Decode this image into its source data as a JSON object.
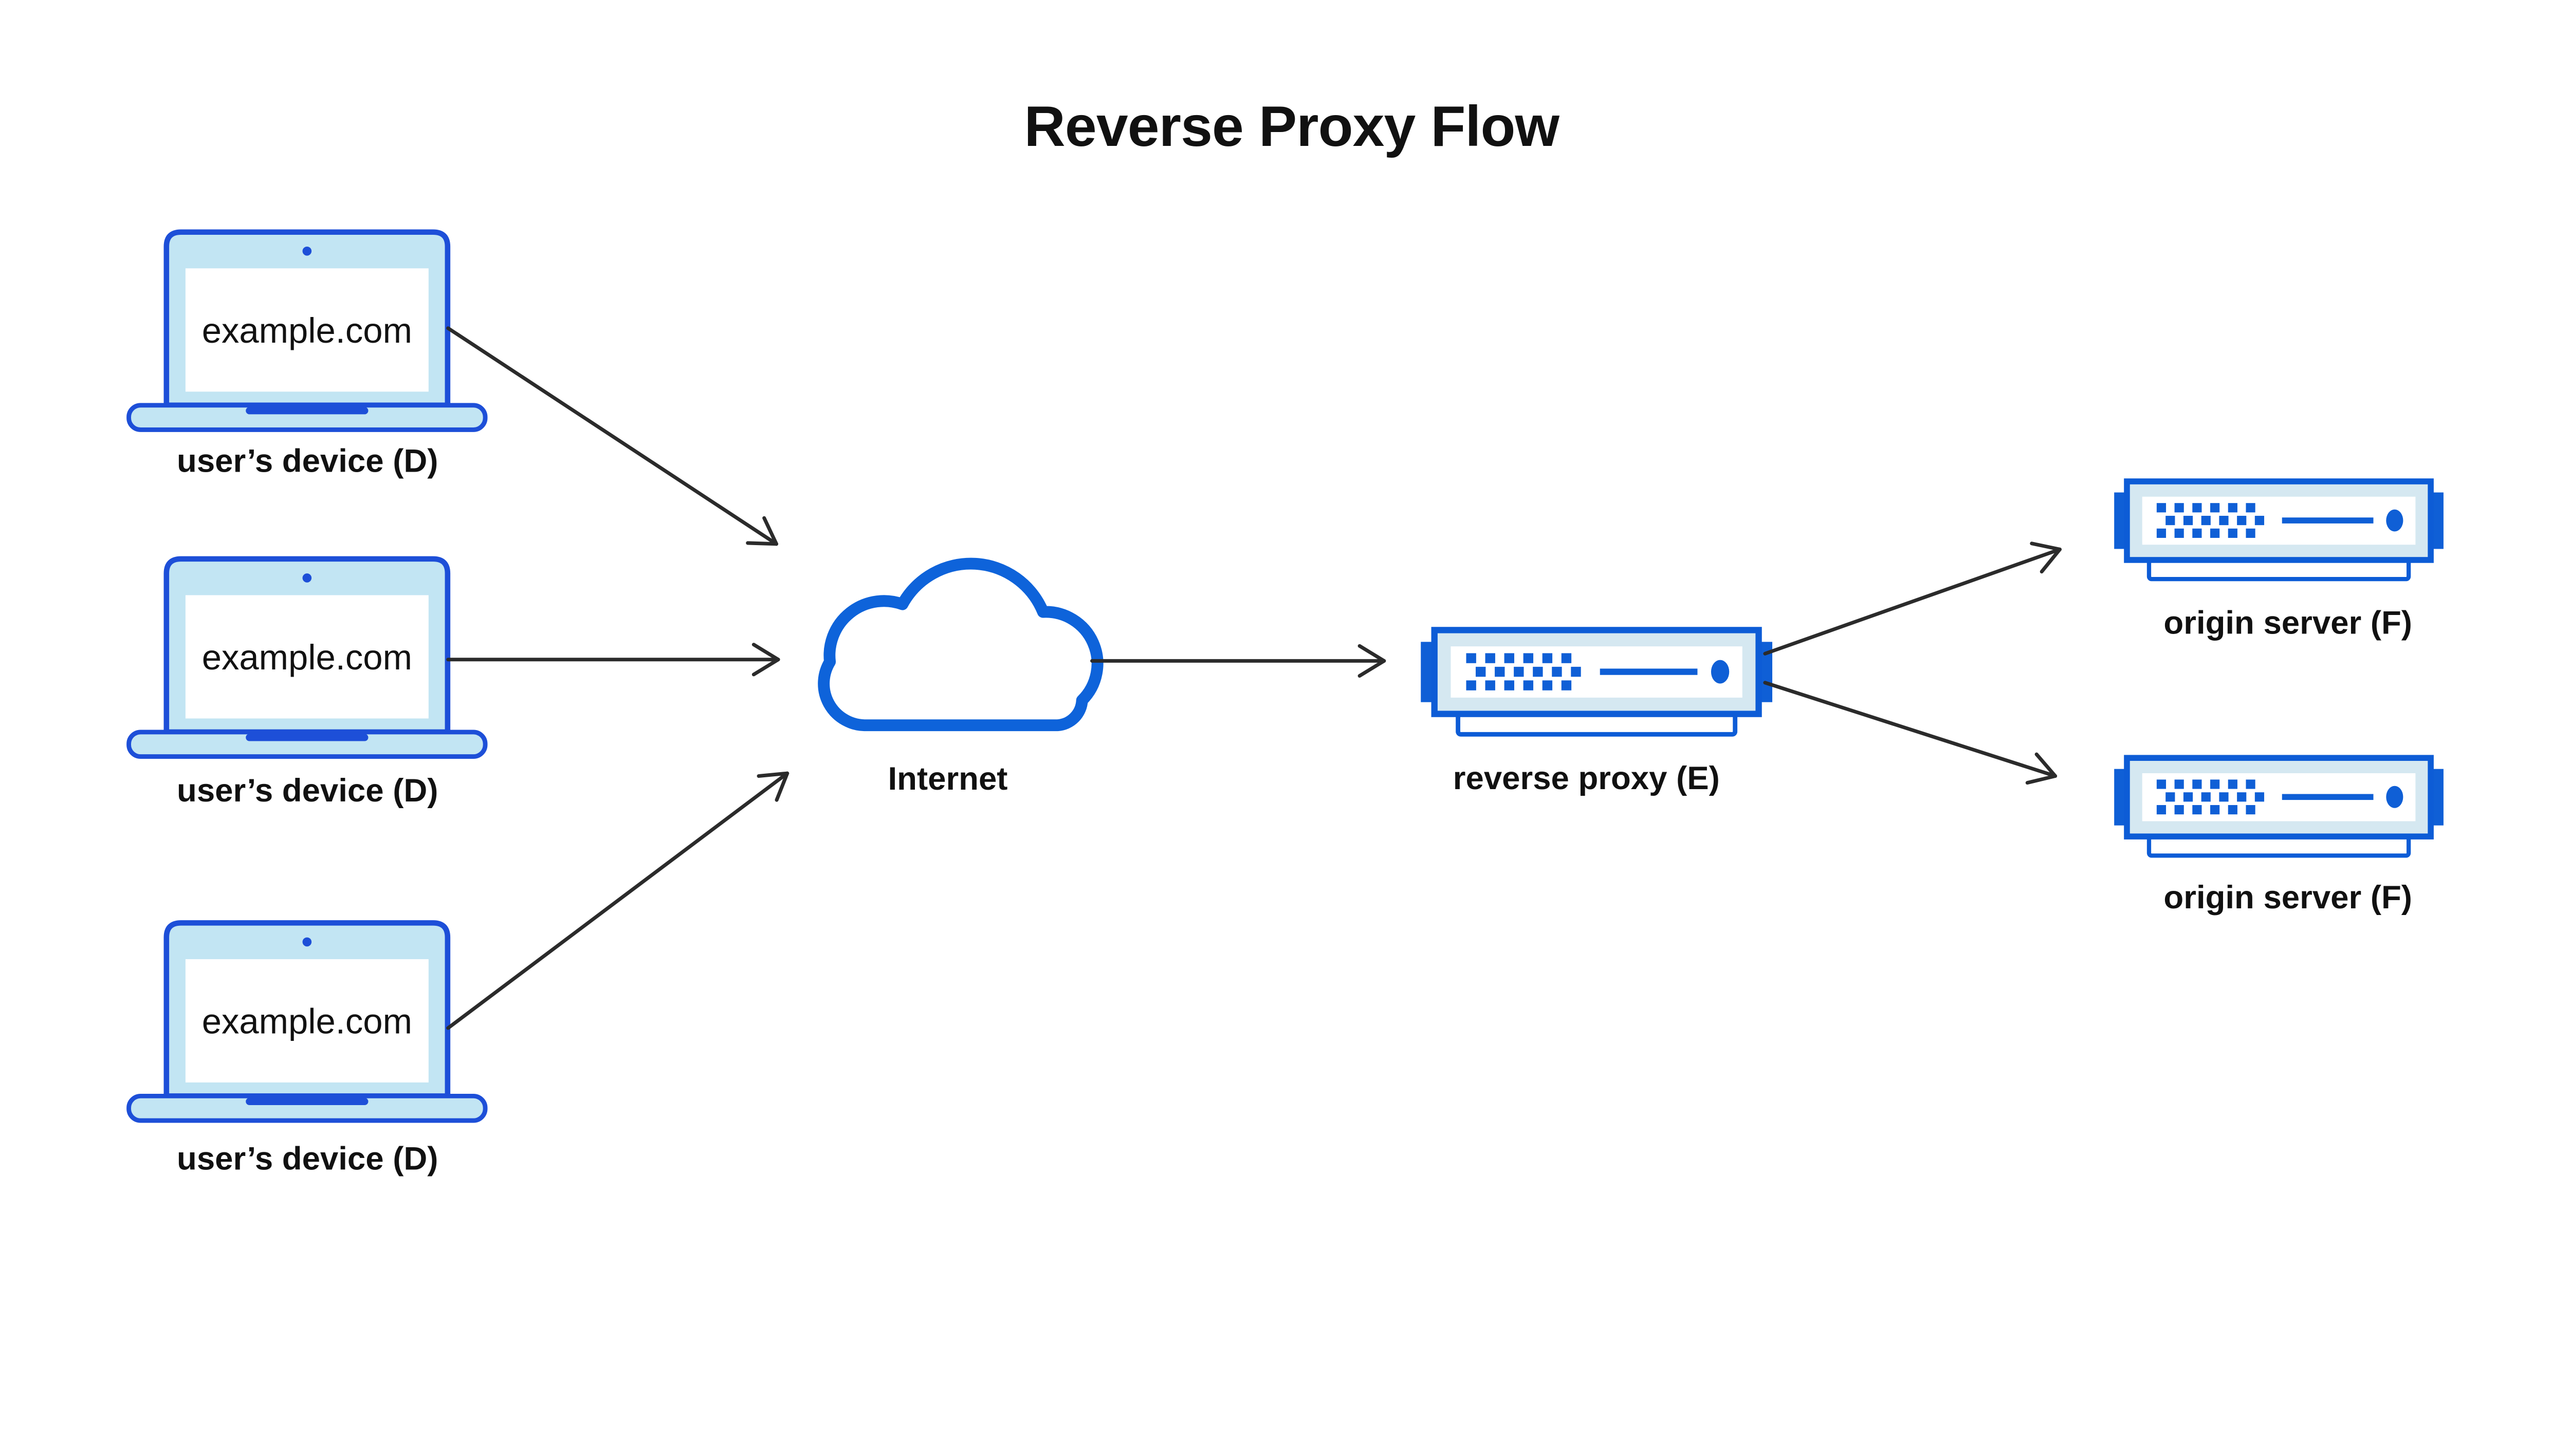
{
  "palette": {
    "background": "#ffffff",
    "ink": "#111111",
    "arrow": "#2b2b2b",
    "laptop_stroke": "#1d4fd8",
    "laptop_fill": "#c2e5f3",
    "server_stroke": "#0d5cd6",
    "server_fill": "#d5e8f1",
    "server_accent": "#0f5fd6",
    "cloud_stroke": "#0e63da"
  },
  "title": "Reverse Proxy Flow",
  "devices": [
    {
      "screen_text": "example.com",
      "label": "user’s device (D)"
    },
    {
      "screen_text": "example.com",
      "label": "user’s device (D)"
    },
    {
      "screen_text": "example.com",
      "label": "user’s device (D)"
    }
  ],
  "internet": {
    "label": "Internet"
  },
  "reverse_proxy": {
    "label": "reverse proxy (E)"
  },
  "origin_servers": [
    {
      "label": "origin server (F)"
    },
    {
      "label": "origin server (F)"
    }
  ]
}
